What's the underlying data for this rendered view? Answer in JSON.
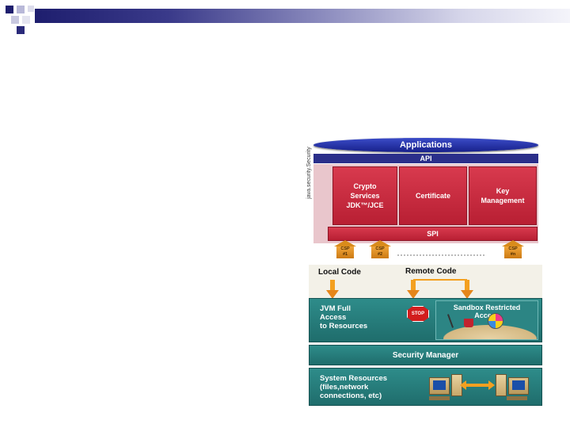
{
  "arch": {
    "applications": "Applications",
    "api": "API",
    "side_label": "java.security.Security",
    "crypto": "Crypto\nServices\nJDK™/JCE",
    "certificate": "Certificate",
    "key_management": "Key\nManagement",
    "spi": "SPI",
    "csp1": "CSP\n#1",
    "csp2": "CSP\n#2",
    "cspn": "CSP\n#n"
  },
  "sandbox": {
    "local_code": "Local Code",
    "remote_code": "Remote Code",
    "jvm_access": "JVM Full\nAccess\nto Resources",
    "stop": "STOP",
    "sandbox_label": "Sandbox Restricted\nAccess",
    "security_manager": "Security Manager",
    "system_resources": "System Resources\n(files,network\nconnections, etc)"
  },
  "colors": {
    "header_dark": "#1e1e6e",
    "red": "#c8283d",
    "teal": "#2e8c8a",
    "orange": "#f3a020"
  }
}
